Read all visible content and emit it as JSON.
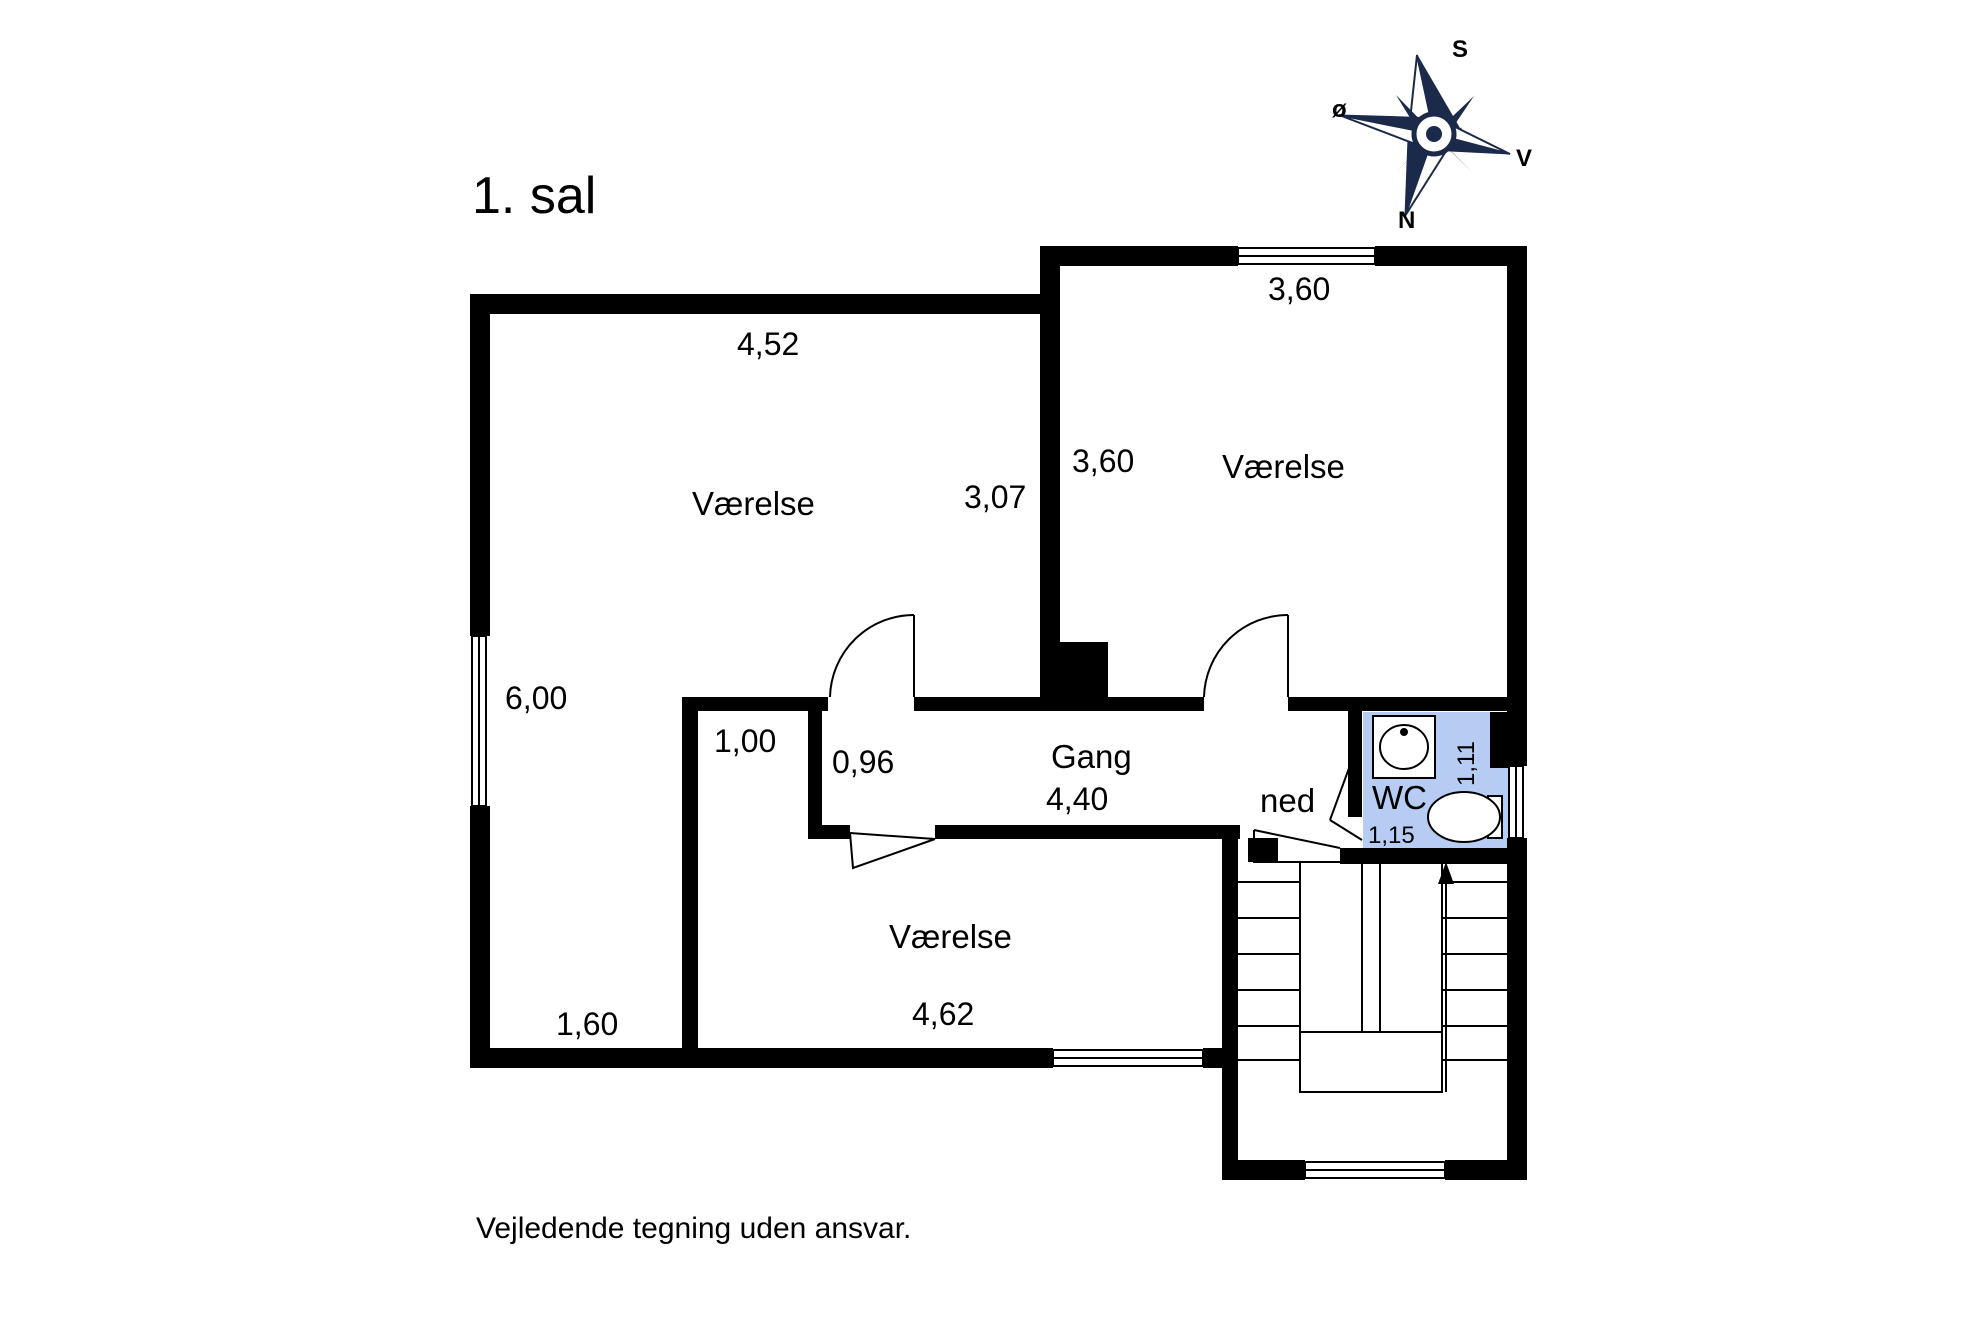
{
  "floor_title": "1. sal",
  "rooms": [
    {
      "label": "Værelse"
    },
    {
      "label": "Værelse"
    },
    {
      "label": "Gang"
    },
    {
      "label": "Værelse"
    },
    {
      "label": "WC"
    }
  ],
  "dimensions": [
    "4,52",
    "3,07",
    "6,00",
    "1,60",
    "3,60",
    "3,60",
    "1,00",
    "0,96",
    "4,40",
    "4,62",
    "1,11",
    "1,15"
  ],
  "stair_label": "ned",
  "compass": {
    "north": "N",
    "south": "S",
    "east": "ø",
    "west": "V"
  },
  "disclaimer": "Vejledende tegning uden ansvar.",
  "colors": {
    "wall": "#000000",
    "wc_floor": "#b7ccf3",
    "compass_fill": "#1b2a4a"
  }
}
